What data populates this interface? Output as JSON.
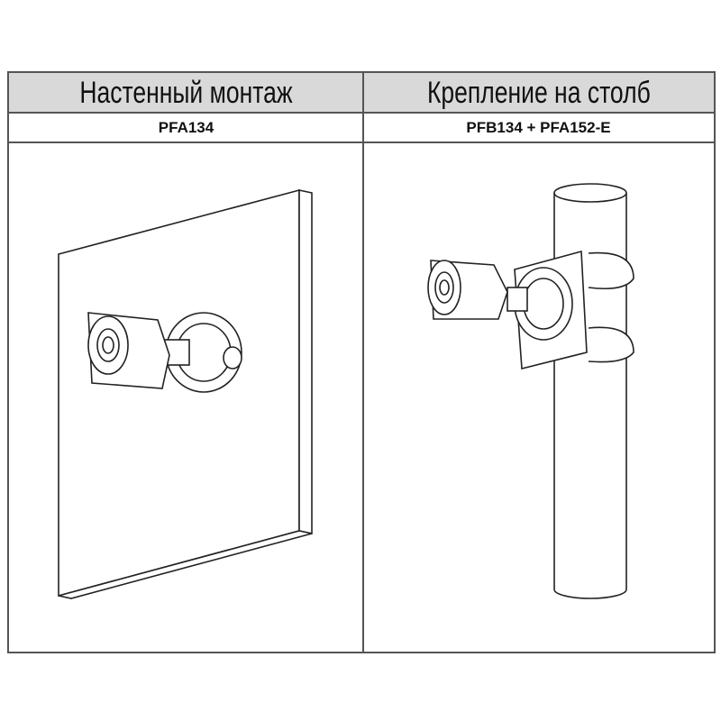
{
  "columns": [
    {
      "title": "Настенный монтаж",
      "model": "PFA134"
    },
    {
      "title": "Крепление на столб",
      "model": "PFB134 + PFA152-E"
    }
  ]
}
